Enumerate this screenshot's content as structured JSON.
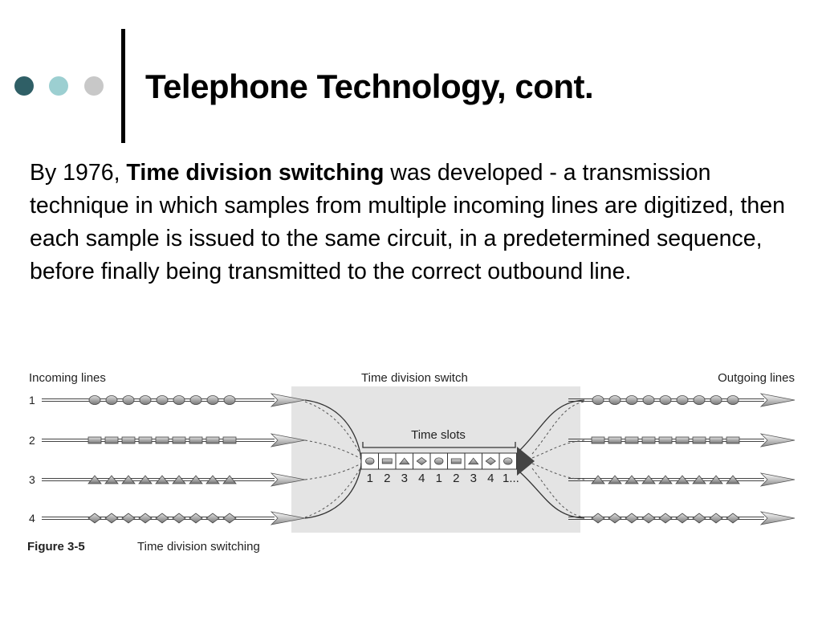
{
  "slide": {
    "title": "Telephone Technology, cont.",
    "accent_colors": [
      "#2f5f66",
      "#9ccfd1",
      "#c8c8c8"
    ],
    "body": {
      "lead": "By 1976, ",
      "term": "Time division switching",
      "rest": " was developed - a transmission technique in which samples from multiple incoming lines are digitized, then each sample is issued to the same circuit, in a predetermined sequence, before finally being transmitted to the correct outbound line."
    }
  },
  "figure": {
    "incoming_label": "Incoming lines",
    "switch_label": "Time division switch",
    "outgoing_label": "Outgoing lines",
    "time_slots_label": "Time slots",
    "line_numbers": [
      "1",
      "2",
      "3",
      "4"
    ],
    "line_markers": [
      "circle",
      "rectangle",
      "triangle",
      "diamond"
    ],
    "slot_sequence": [
      "1",
      "2",
      "3",
      "4",
      "1",
      "2",
      "3",
      "4",
      "1..."
    ],
    "caption_number": "Figure 3-5",
    "caption_text": "Time division switching"
  }
}
